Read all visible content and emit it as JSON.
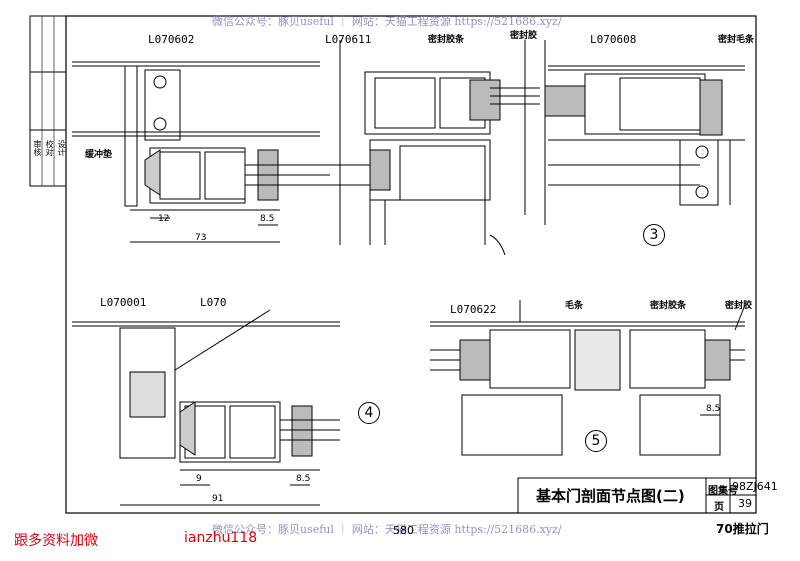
{
  "watermark": {
    "top": "微信公众号：豚贝useful ｜ 网站：天猫工程资源 https://521686.xyz/",
    "bottom": "微信公众号：豚贝useful ｜ 网站：天猫工程资源 https://521686.xyz/"
  },
  "labels": {
    "l1": "L070602",
    "l2": "L070611",
    "l3": "L070608",
    "l4": "L070001",
    "l5": "L070",
    "l6": "L070622"
  },
  "notes": {
    "seal_strip_a": "密封胶条",
    "sealant_a": "密封胶",
    "seal_brush_a": "密封毛条",
    "buffer_pad": "缓冲垫",
    "brush_b": "毛条",
    "seal_strip_b": "密封胶条",
    "sealant_b": "密封胶"
  },
  "dims": {
    "d12": "12",
    "d85a": "8.5",
    "d73": "73",
    "d9": "9",
    "d91": "91",
    "d85b": "8.5",
    "d85c": "8.5"
  },
  "details": {
    "c3": "3",
    "c4": "4",
    "c5": "5"
  },
  "title_block": {
    "title": "基本门剖面节点图(二)",
    "atlas_label": "图集号",
    "atlas_no": "98ZJ641",
    "page_label": "页",
    "page_no": "39"
  },
  "side_column": [
    "审核",
    "校对",
    "设计"
  ],
  "footer": {
    "contact_left": "跟多资料加微",
    "contact_right": "ianzhu118",
    "page_center": "580",
    "series": "70推拉门"
  }
}
